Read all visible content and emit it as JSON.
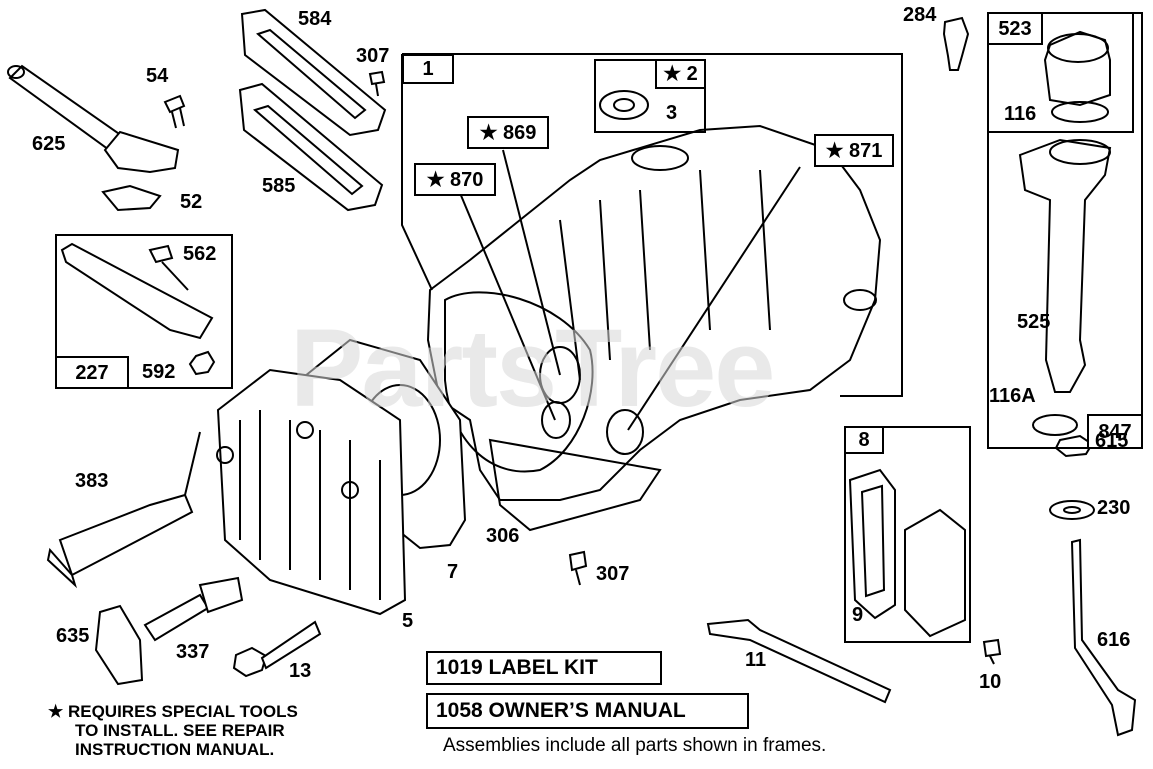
{
  "diagram": {
    "watermark": "PartsTree",
    "frames": {
      "block": "1",
      "seal_star": "★ 2",
      "seal": "3",
      "tool_869": "★ 869",
      "tool_870": "★ 870",
      "tool_871": "★ 871",
      "oilfill_cap": "523",
      "oilfill_tube": "847",
      "breather": "8",
      "breather_part": "9",
      "brace": "227"
    },
    "parts": {
      "p54": "54",
      "p625": "625",
      "p52": "52",
      "p584": "584",
      "p585": "585",
      "p307a": "307",
      "p562": "562",
      "p592": "592",
      "p383": "383",
      "p635": "635",
      "p337": "337",
      "p13": "13",
      "p7": "7",
      "p5": "5",
      "p306": "306",
      "p307b": "307",
      "p284": "284",
      "p116": "116",
      "p525": "525",
      "p116a": "116A",
      "p615": "615",
      "p230": "230",
      "p616": "616",
      "p11": "11",
      "p10": "10"
    },
    "kits": {
      "label_kit": "1019 LABEL KIT",
      "owners_manual": "1058 OWNER’S MANUAL"
    },
    "note_line1": "★ REQUIRES SPECIAL TOOLS",
    "note_line2": "TO INSTALL.  SEE REPAIR",
    "note_line3": "INSTRUCTION MANUAL.",
    "footnote": "Assemblies include all parts shown in frames."
  }
}
